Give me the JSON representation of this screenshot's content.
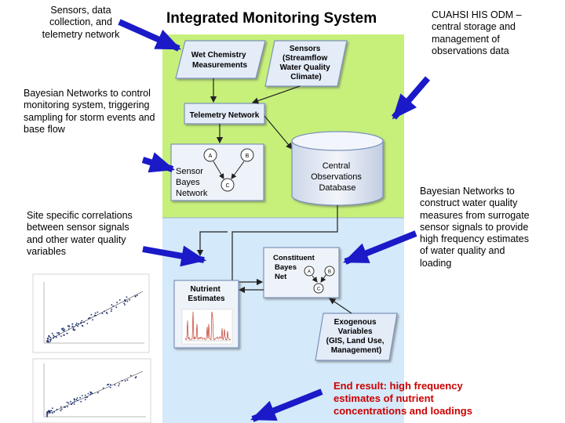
{
  "title": "Integrated Monitoring System",
  "annotations": {
    "sensors_network": "Sensors, data collection, and telemetry network",
    "odm": "CUAHSI HIS ODM – central storage and management of observations data",
    "bayes_control": "Bayesian Networks to control monitoring system, triggering sampling for storm events and base flow",
    "site_correlations": "Site specific correlations between sensor signals and other water quality variables",
    "bayes_construct": "Bayesian Networks to construct  water quality measures from surrogate sensor signals to provide high frequency estimates of water quality and loading",
    "end_result": "End result: high frequency estimates of nutrient concentrations and loadings"
  },
  "boxes": {
    "wet_chemistry": [
      "Wet Chemistry",
      "Measurements"
    ],
    "sensors": [
      "Sensors",
      "(Streamflow",
      "Water Quality",
      "Climate)"
    ],
    "telemetry": "Telemetry Network",
    "database": [
      "Central",
      "Observations",
      "Database"
    ],
    "sensor_bayes": [
      "Sensor",
      "Bayes",
      "Network"
    ],
    "constituent_bayes": [
      "Constituent",
      "Bayes",
      "Net"
    ],
    "nutrient": [
      "Nutrient",
      "Estimates"
    ],
    "exogenous": [
      "Exogenous",
      "Variables",
      "(GIS, Land Use,",
      "Management)"
    ]
  },
  "nodes": {
    "a": "A",
    "b": "B",
    "c": "C"
  },
  "colors": {
    "upper_band": "#c6f07a",
    "lower_band": "#d4e9f9",
    "box_fill": "#e4ecf8",
    "box_stroke": "#7b93bb",
    "arrow_blue": "#1a1ac8",
    "end_result": "#cc0000"
  }
}
